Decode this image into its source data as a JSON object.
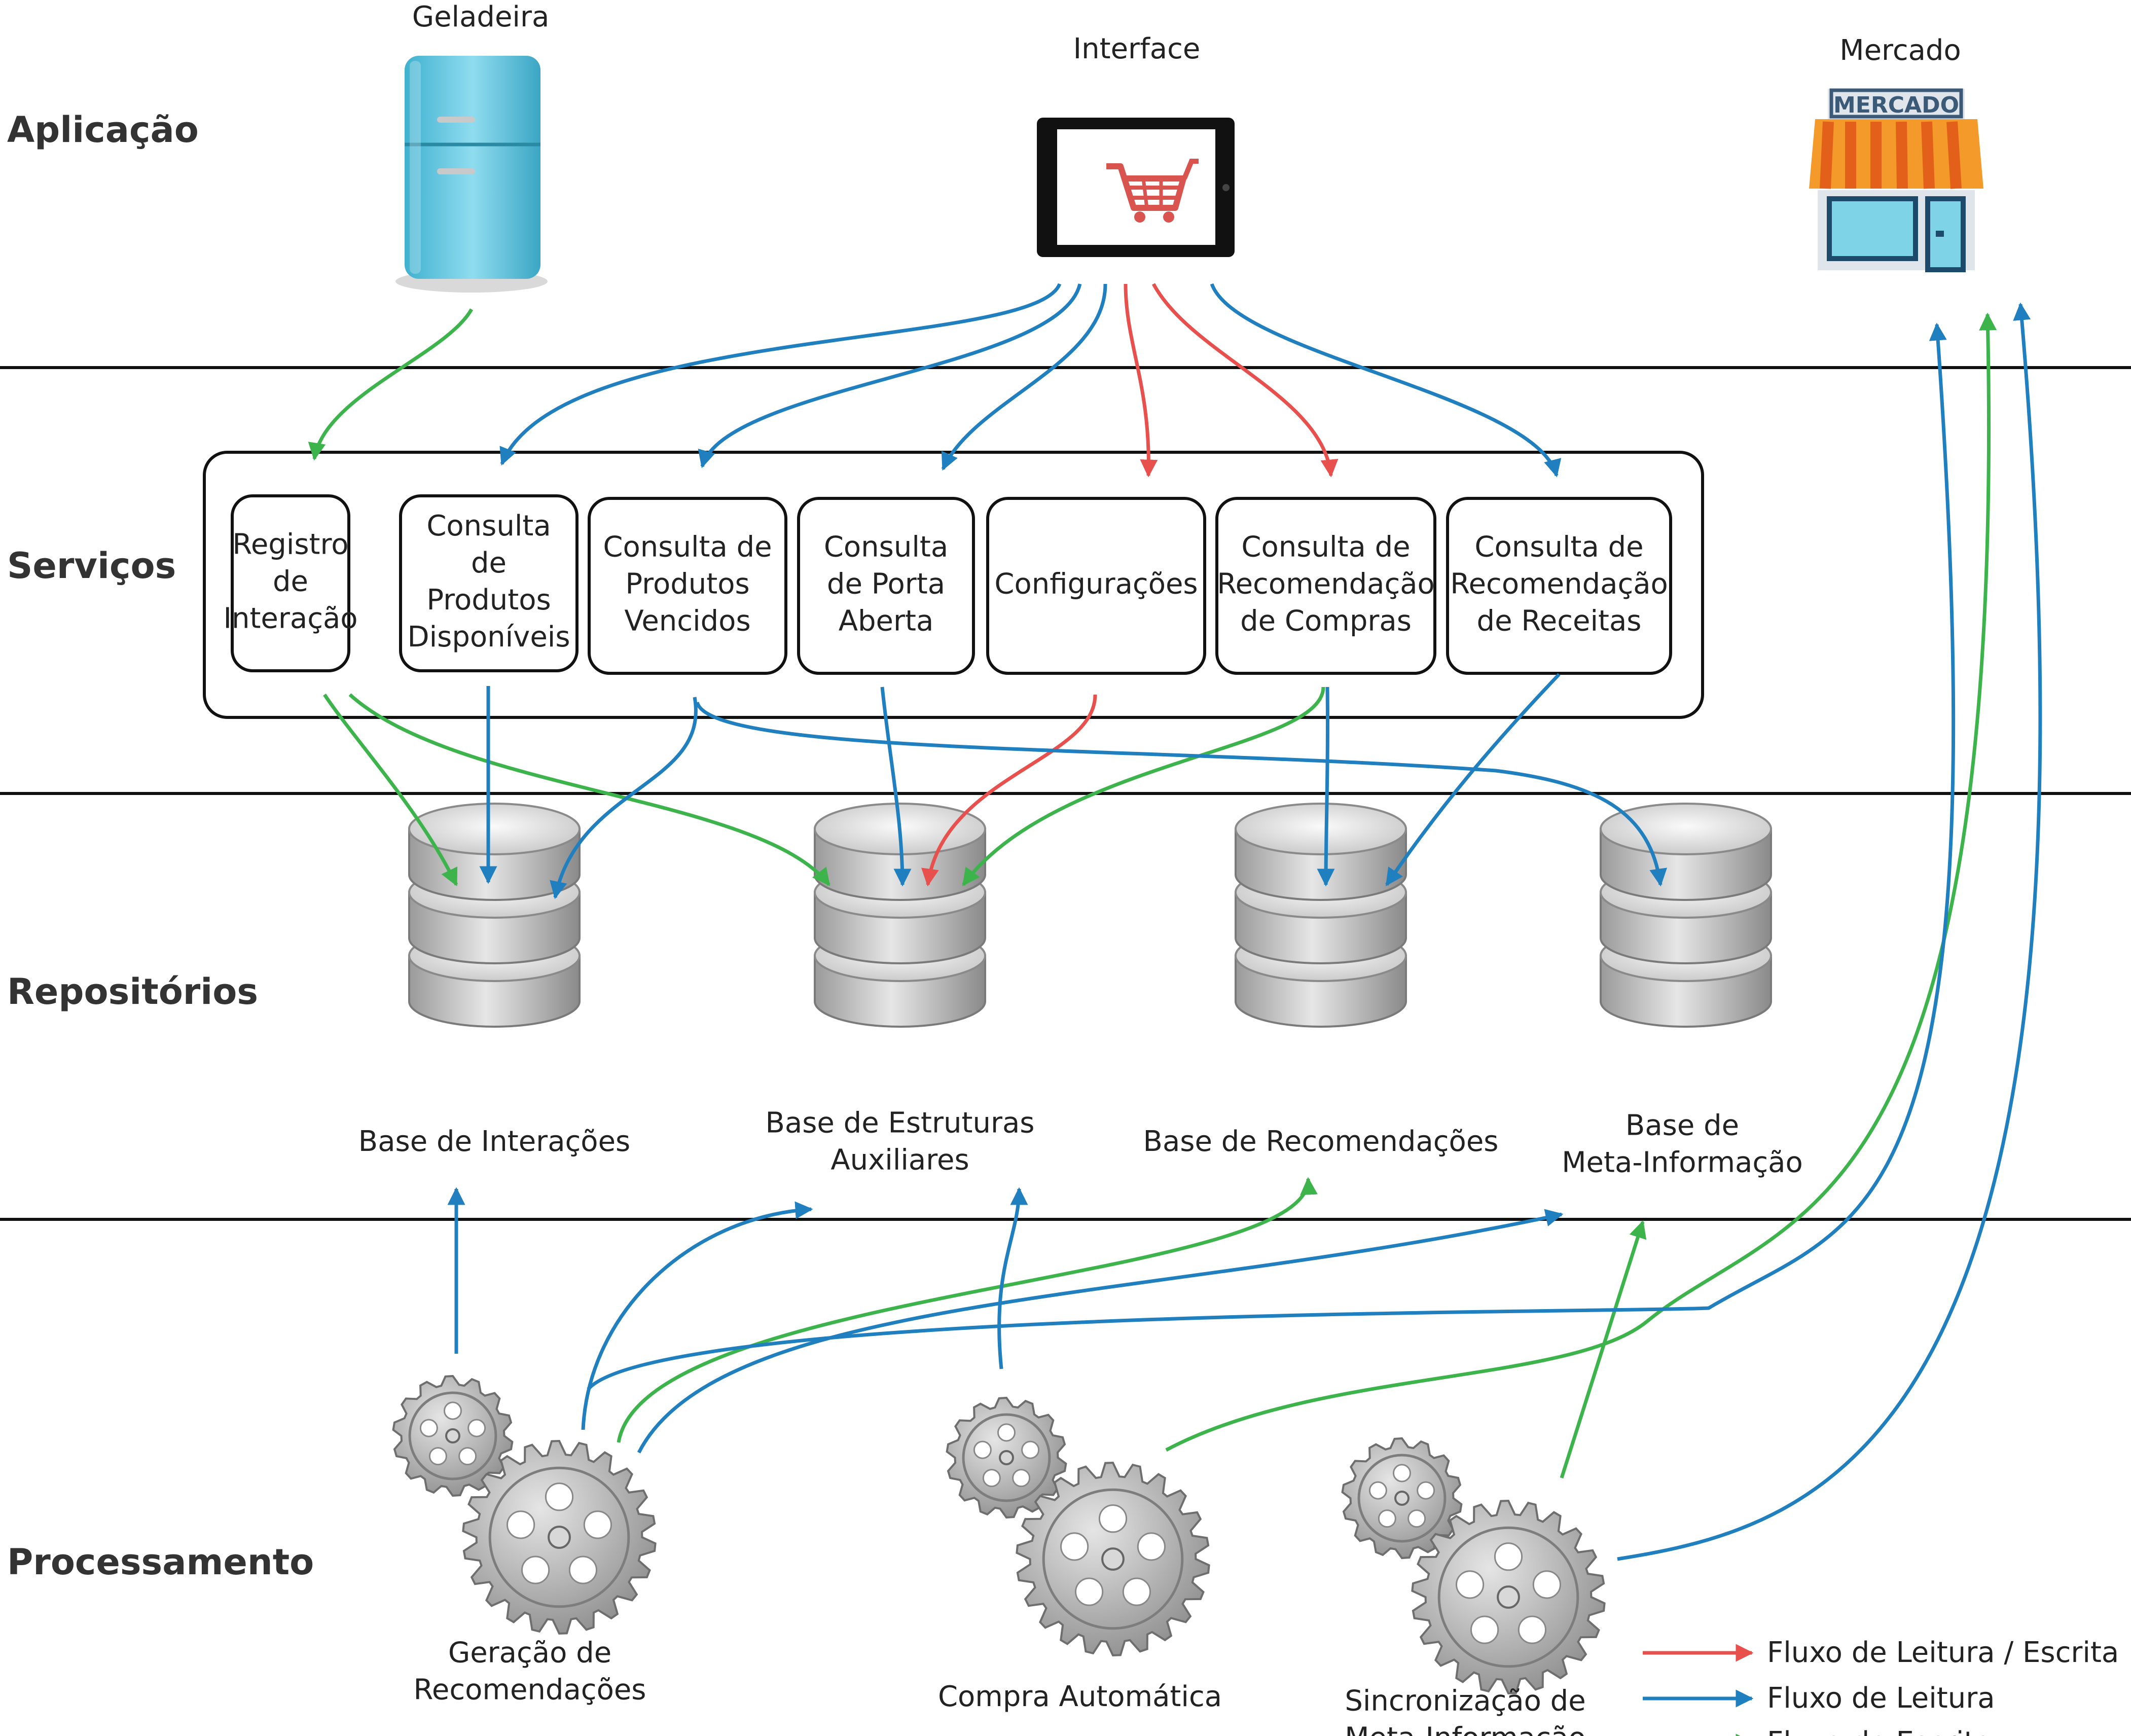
{
  "layers": {
    "aplicacao": "Aplicação",
    "servicos": "Serviços",
    "repositorios": "Repositórios",
    "processamento": "Processamento"
  },
  "apps": {
    "geladeira": "Geladeira",
    "interface": "Interface",
    "mercado": "Mercado",
    "mercado_sign": "MERCADO"
  },
  "services": [
    {
      "lines": [
        "Registro",
        "de",
        "Interação"
      ]
    },
    {
      "lines": [
        "Consulta",
        "de",
        "Produtos",
        "Disponíveis"
      ]
    },
    {
      "lines": [
        "Consulta de",
        "Produtos",
        "Vencidos"
      ]
    },
    {
      "lines": [
        "Consulta",
        "de Porta",
        "Aberta"
      ]
    },
    {
      "lines": [
        "Configurações"
      ]
    },
    {
      "lines": [
        "Consulta de",
        "Recomendação",
        "de Compras"
      ]
    },
    {
      "lines": [
        "Consulta de",
        "Recomendação",
        "de Receitas"
      ]
    }
  ],
  "repositories": [
    {
      "lines": [
        "Base de Interações"
      ]
    },
    {
      "lines": [
        "Base de Estruturas",
        "Auxiliares"
      ]
    },
    {
      "lines": [
        "Base de Recomendações"
      ]
    },
    {
      "lines": [
        "Base de",
        "Meta-Informação"
      ]
    }
  ],
  "processes": [
    {
      "lines": [
        "Geração de",
        "Recomendações"
      ]
    },
    {
      "lines": [
        "Compra Automática"
      ]
    },
    {
      "lines": [
        "Sincronização de",
        "Meta-Informação"
      ]
    }
  ],
  "legend": {
    "read_write": "Fluxo de Leitura / Escrita",
    "read": "Fluxo de Leitura",
    "write": "Fluxo de Escrita"
  },
  "colors": {
    "read_write": "#e8504d",
    "read": "#1f7fbf",
    "write": "#3cb44b",
    "fridge": "#5ec4dc",
    "store_awning": "#f39a2b",
    "store_wall": "#dfe5ea",
    "store_glass": "#7fd3e6",
    "cart": "#d9534f",
    "db_gray": "#b9b9b9",
    "gear_gray": "#a9a9a9"
  },
  "icons": {
    "fridge": "fridge-icon",
    "tablet": "tablet-cart-icon",
    "store": "store-icon",
    "database": "database-icon",
    "gear": "gear-icon"
  }
}
